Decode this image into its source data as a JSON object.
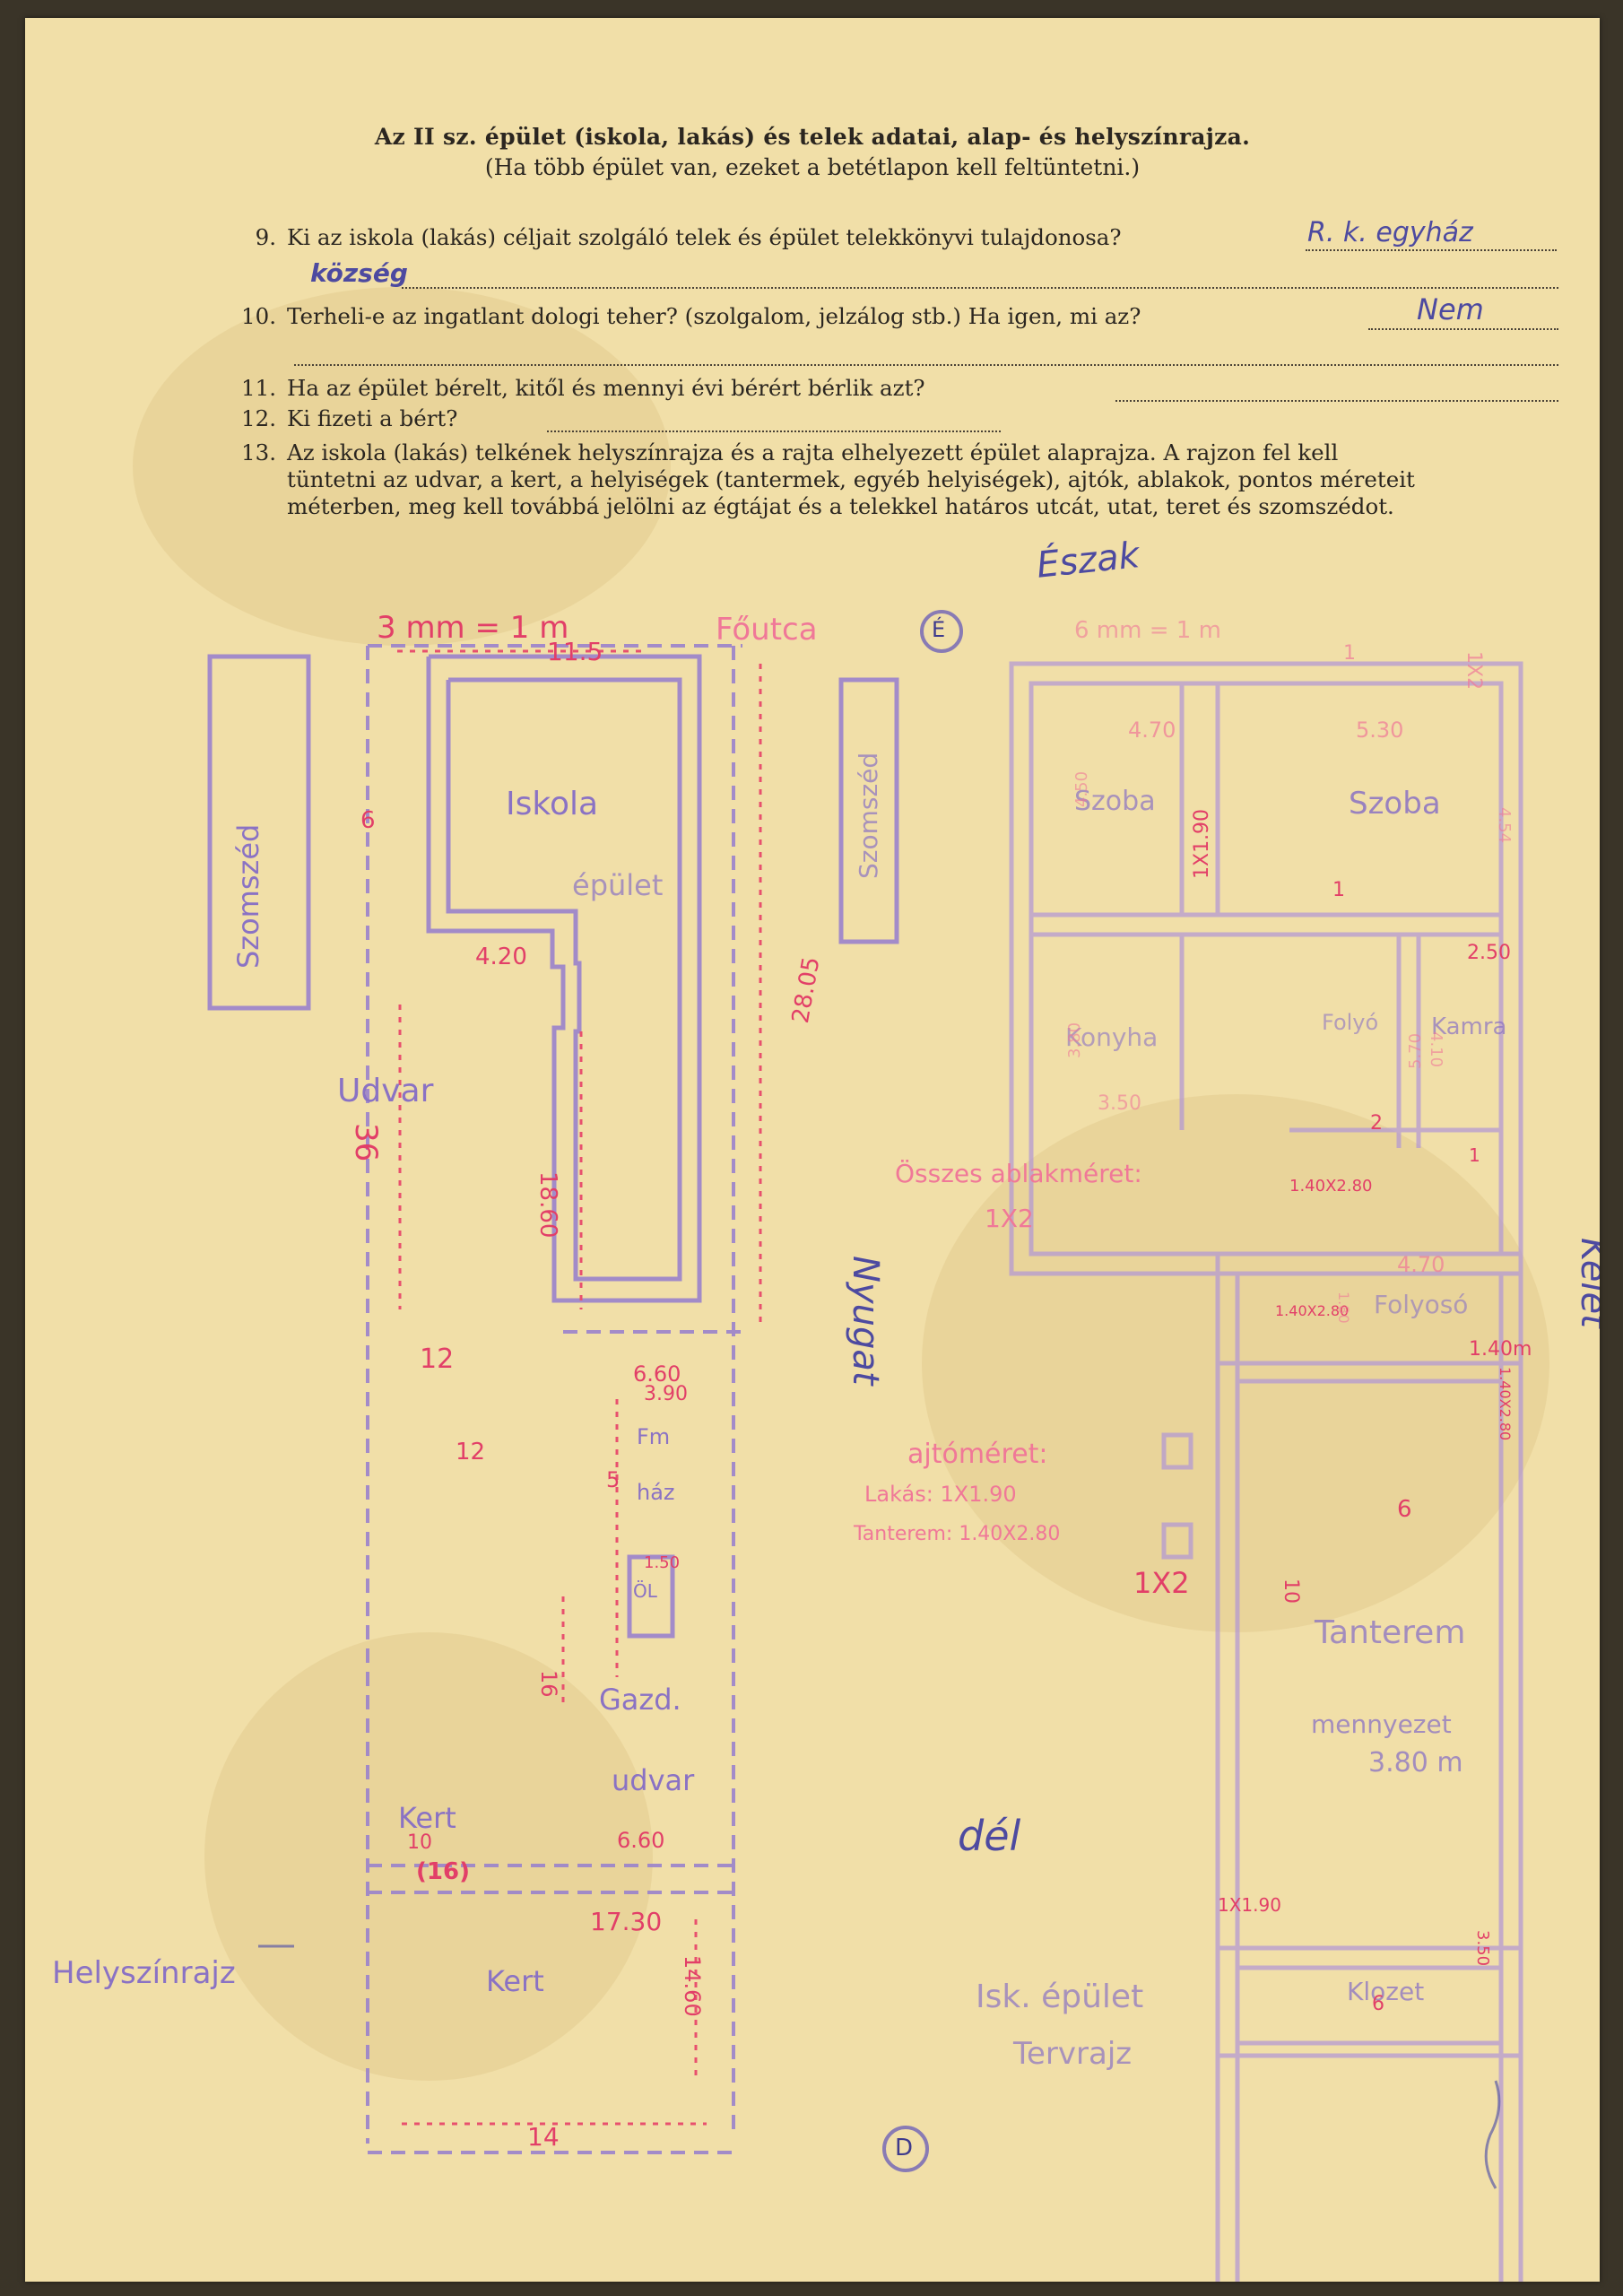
{
  "header": {
    "title": "Az II sz. épület (iskola, lakás) és telek adatai, alap- és helyszínrajza.",
    "subtitle": "(Ha több épület van, ezeket a betétlapon kell feltüntetni.)"
  },
  "questions": [
    {
      "num": "9.",
      "text": "Ki az iskola (lakás) céljait szolgáló telek és épület telekkönyvi tulajdonosa?",
      "answer": "R. k. egyház",
      "answer2": "község"
    },
    {
      "num": "10.",
      "text": "Terheli-e az ingatlant dologi teher? (szolgalom, jelzálog stb.) Ha igen, mi az?",
      "answer": "Nem"
    },
    {
      "num": "11.",
      "text": "Ha az épület bérelt, kitől és mennyi évi bérért bérlik azt?"
    },
    {
      "num": "12.",
      "text": "Ki fizeti a bért?"
    },
    {
      "num": "13.",
      "lines": [
        "Az iskola (lakás) telkének helyszínrajza és a rajta elhelyezett épület alaprajza. A rajzon fel kell",
        "tüntetni az udvar, a kert, a helyiségek (tantermek, egyéb helyiségek), ajtók, ablakok, pontos méreteit",
        "méterben, meg kell továbbá jelölni az égtájat és a telekkel határos utcát, utat, teret és szomszédot."
      ]
    }
  ],
  "compass": {
    "north": "Észak",
    "south": "dél",
    "west": "Nyugat",
    "east": "Kelet"
  },
  "site_plan": {
    "scale": "3 mm = 1 m",
    "street": "Főutca",
    "neighbor_left": "Szomszéd",
    "neighbor_right": "Szomszéd",
    "school": "Iskola",
    "school2": "épület",
    "yard": "Udvar",
    "farm_yard": "Gazd.",
    "farm_yard2": "udvar",
    "garden1": "Kert",
    "garden2": "Kert",
    "shed": "Fm",
    "shed2": "ház",
    "toilet_small": "ÖL",
    "caption": "Helyszínrajz",
    "dims": {
      "top": "11.5",
      "w6": "6",
      "w420": "4.20",
      "h36": "36",
      "h2805": "28.05",
      "h1860": "18.60",
      "w12a": "12",
      "w12b": "12",
      "w660": "6.60",
      "w390": "3.90",
      "w5": "5",
      "w150": "1.50",
      "h16": "16",
      "w10": "10",
      "w1730": "17.30",
      "w660b": "6.60",
      "h1460": "14.60",
      "w14": "14",
      "w16": "(16)"
    }
  },
  "floor_plan": {
    "scale_note": "6 mm = 1 m",
    "room1": "Szoba",
    "room2": "Szoba",
    "kitchen": "Konyha",
    "pantry": "Kamra",
    "hall": "Folyosó",
    "hall_top": "Folyó",
    "classroom": "Tanterem",
    "ceiling": "mennyezet",
    "ceiling_h": "3.80 m",
    "toilet": "Klozet",
    "caption1": "Isk. épület",
    "caption2": "Tervrajz",
    "dims": {
      "d1": "1",
      "d1x2": "1X2",
      "d470": "4.70",
      "d530": "5.30",
      "d450": "4.50",
      "d454": "4.54",
      "d1x190": "1X1.90",
      "d250": "2.50",
      "d380": "3.80",
      "d350": "3.50",
      "d410": "4.10",
      "d570": "5.70",
      "d2": "2",
      "d1b": "1",
      "d140x280": "1.40X2.80",
      "d470b": "4.70",
      "d140x280b": "1.40X2.80",
      "d180": "1.80",
      "d140": "1.40m",
      "d140x280c": "1.40X2.80",
      "d6": "6",
      "d10": "10",
      "d1x190b": "1X1.90",
      "d6b": "6",
      "d350b": "3.50"
    }
  },
  "notes": {
    "windows_label": "Összes ablakméret:",
    "windows_value": "1X2",
    "doors_label": "ajtóméret:",
    "door_flat": "Lakás: 1X1.90",
    "door_class": "Tanterem: 1.40X2.80",
    "window_class": "1X2"
  },
  "marks": {
    "e_circle": "É",
    "d_circle": "D"
  }
}
